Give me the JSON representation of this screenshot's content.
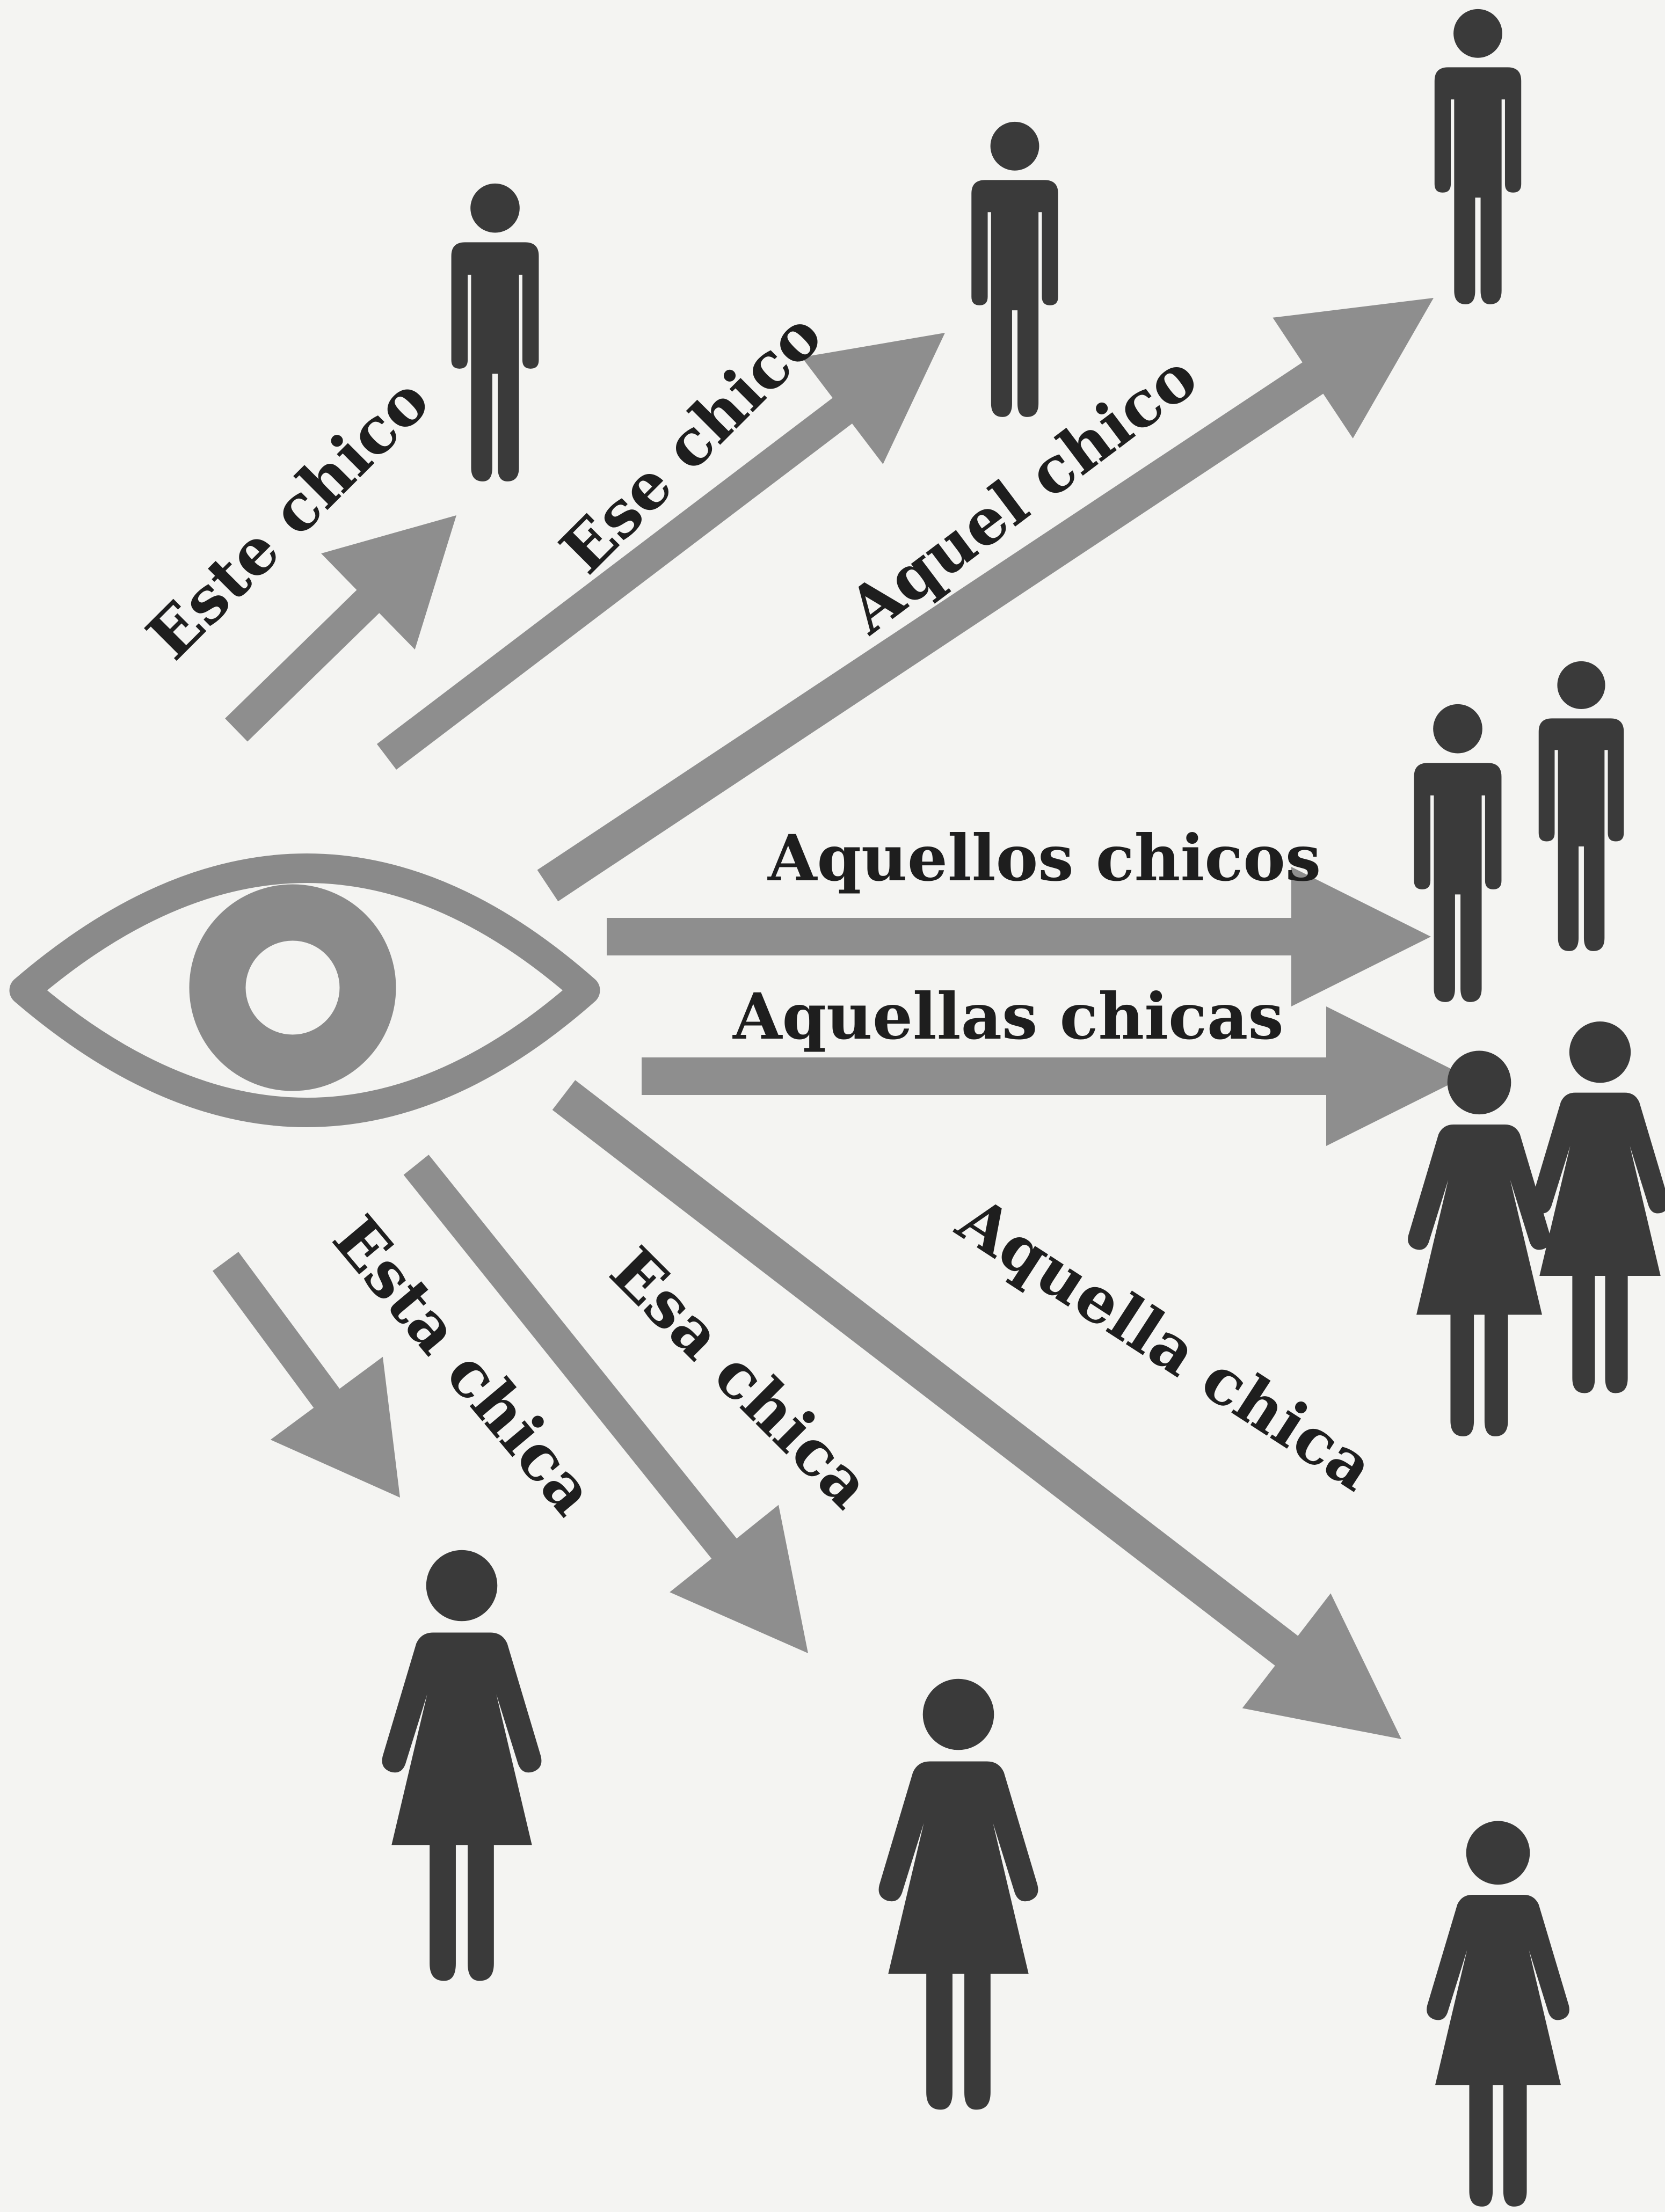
{
  "colors": {
    "background": "#f4f4f2",
    "figure": "#3a3a3a",
    "arrow": "#8e8e8e",
    "eye": "#8a8a8a",
    "text": "#1e1e1e"
  },
  "labels": {
    "este_chico": "Este chico",
    "ese_chico": "Ese chico",
    "aquel_chico": "Aquel chico",
    "aquellos_chicos": "Aquellos chicos",
    "aquellas_chicas": "Aquellas chicas",
    "esta_chica": "Esta chica",
    "esa_chica": "Esa chica",
    "aquella_chica": "Aquella chica"
  },
  "icons": {
    "eye": "eye-icon",
    "boy": "male-figure-icon",
    "girl": "female-figure-icon"
  }
}
